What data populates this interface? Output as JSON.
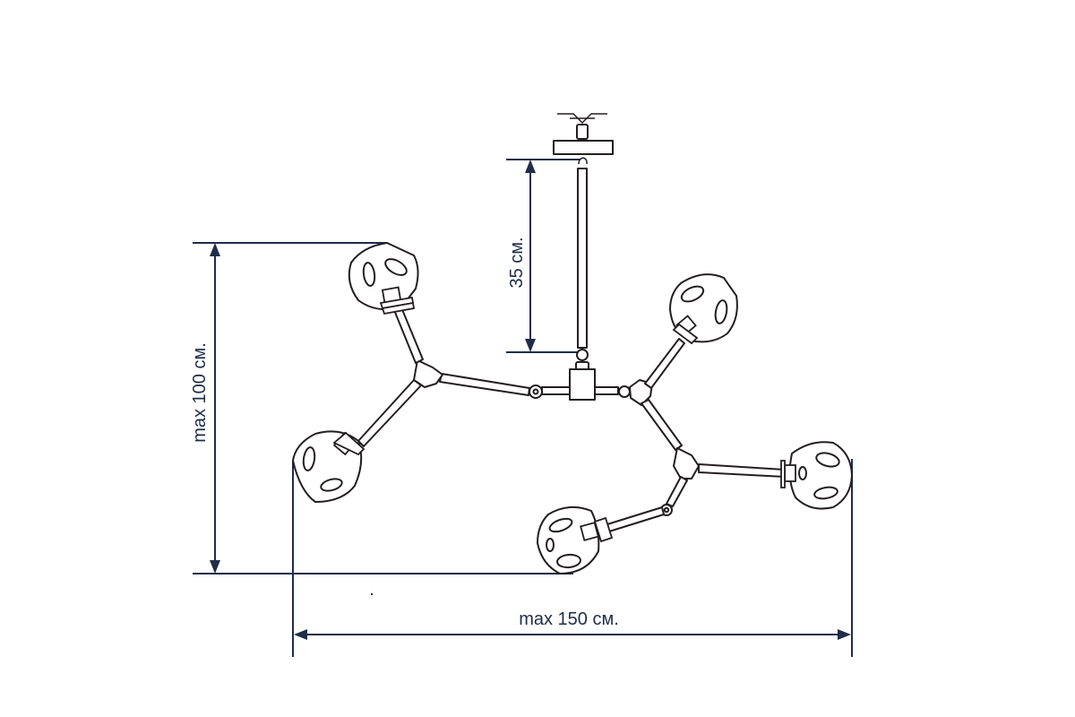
{
  "dimensions": {
    "height": "max 100 см.",
    "width": "max 150 см.",
    "rod": "35 см."
  },
  "colors": {
    "dimension": "#1f2d4a",
    "drawing": "#231f20",
    "background": "#ffffff"
  }
}
